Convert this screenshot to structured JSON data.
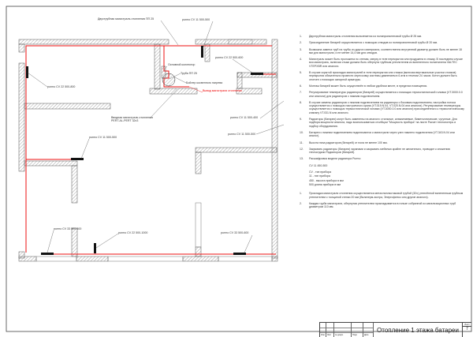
{
  "plan_labels": {
    "main_line": "Двухтрубная магистраль отопления ПП 25",
    "rad_top": "purmo CV 11 500-500",
    "rad_right_top": "purmo CV 22 500-600",
    "collector": "Основной коллектор",
    "pipe": "Труба ПП 25",
    "boiler": "Бойлер косвенного нагрева",
    "outlet": "Вывод магистрали отопления",
    "rad_left": "purmo CV 22 500-800",
    "inlet": "Вводная магистраль отопления PERT-AL-PERT 32x3",
    "rad_right_mid": "purmo CV 11 500-400",
    "rad_right_mid2": "purmo CV 11 500-500",
    "rad_left_mid": "purmo CV 11 500-500",
    "rad_bottom_left": "purmo CV 33 500-600",
    "rad_bottom_mid": "purmo CV 22 500-1000",
    "rad_bottom_right": "purmo CV 33 500-600"
  },
  "notes": [
    {
      "n": "1.",
      "t": "Двухтрубная магистраль отопления выполняется из полипропиленовой трубы Ø 25 мм."
    },
    {
      "n": "2.",
      "t": "Присоединение батарей осуществляется с помощью отводов из полипропиленовой трубы Ø 20 мм."
    },
    {
      "n": "3.",
      "t": "Возможна замена труб на трубы из другого материала, соответственно внутренний диаметр должен быть не менее 18 мм для магистрали, и не менее 14,4 мм для отводов."
    },
    {
      "n": "4.",
      "t": "Магистраль может быть проложена по стенам, сверху в теле перекрытия или продужена в стяжку. В последнем случае вся магистраль, включая стыки должна быть обернута трубным утеплителем из вспененного полиэтилена VALTEC VTEPXBR или аналоги."
    },
    {
      "n": "5.",
      "t": "В случае скрытой прокладки магистралей в теле перекрытия или стяжки (включая вертикальные участки стояков) перекрытия обязательно провести опрессовку системы давлением в 6 атм в течении 24 часов. Котел должен быть отсечен с помощью запорной арматуры."
    },
    {
      "n": "6.",
      "t": "Монтаж батарей может быть осуществлён в любом удобном месте, в пределах помещения."
    },
    {
      "n": "7.",
      "t": "Регулирование температуры радиаторов (батарей) осуществляется с помощью термостатической головки (VT.3000.0.0 или аналоги) для радиаторов с нижним подключением."
    },
    {
      "n": "8.",
      "t": "В случае замены радиаторов с нижним подключением на радиаторы с боковым подключением, настройка потока осуществляется с помощью настроечного крана (VT.019.N.04, VT.020.N.04 или аналоги). Регулирование температуры осуществляется с помощью термостатической головки (VT.3000.0.0 или аналоги) присоединённого к термостатическому клапану VT.031.N или аналоги."
    },
    {
      "n": "9.",
      "t": "Радиаторы (батареи) могут быть заменены на аналоги: стальные, алюминиевые, биметаллические, чугунные. Для подбора мощности аналога, надо воспользоваться столбцом \"Мощность прибора\" на листе Расчет теплопотерь и подбор оборудования."
    },
    {
      "n": "10.",
      "t": "Батареи с нижним подключением подключаются к магистрали через узел нижнего подключения (VT.343.N.04 или аналог)."
    },
    {
      "n": "11.",
      "t": "Высота низа радиаторов (батарей) от пола не менее 100 мм."
    },
    {
      "n": "12.",
      "t": "Закрывать радиаторы (батареи) экранами и закрывать мебелью крайне не желательно, приводит к снижению теплоотдачи Радиаторов (батарей)."
    },
    {
      "n": "13.",
      "t": "Расшифровка модели радиатора Purmo"
    }
  ],
  "model_decode": [
    "CV 11 450-500",
    "CV - тип прибора",
    "11 - тип прибора",
    "450 - высота прибора в мм",
    "500 длина прибора в мм"
  ],
  "notes2": [
    {
      "n": "1.",
      "t": "Прокладка магистрали отопления осуществляется металлопластиковой трубой (32х) утеплённой вспененным трубным утеплителем с толщиной стенки 20 мм (Вилатерм-экстра, Энергофлекс или другие аналоги)."
    },
    {
      "n": "2.",
      "t": "Каждая труба магистрали, обернутая утеплителем прокладывается в гильзе собранной из канализационных труб диаметром 110 мм."
    }
  ],
  "title_block": {
    "cols": [
      "Изм.",
      "Лист",
      "№ докум.",
      "Подп.",
      "Дата"
    ],
    "title": "Отопление 1 этажа батареи",
    "sheet_label": "Лист",
    "sheet": "7"
  },
  "colors": {
    "pipe": "#ee1111",
    "wall": "#555555"
  }
}
